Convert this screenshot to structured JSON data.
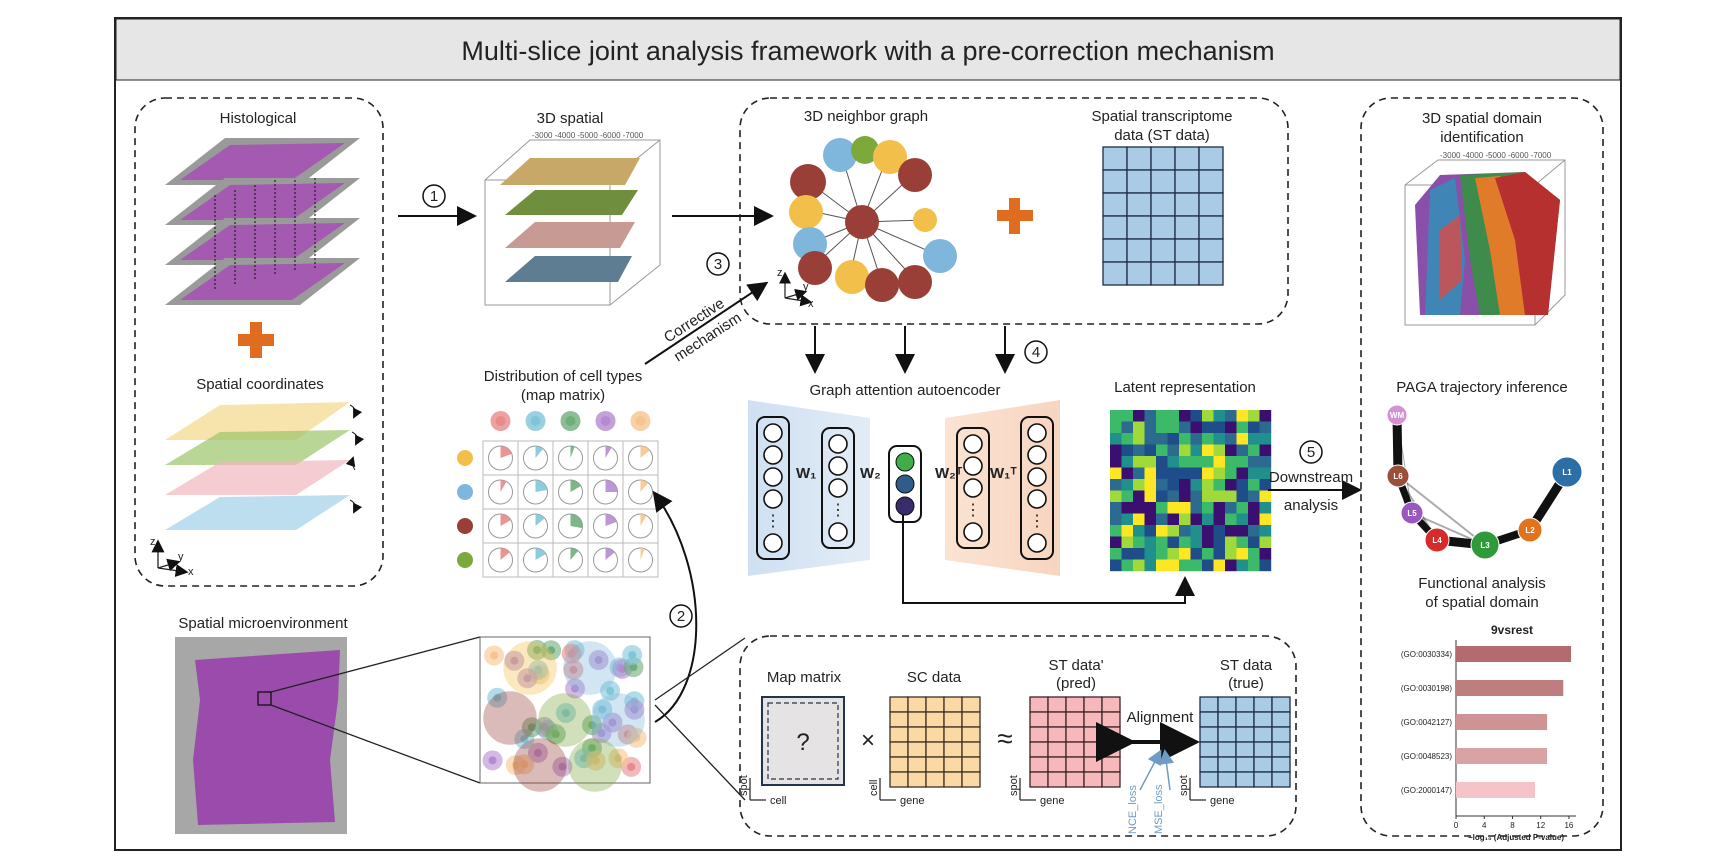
{
  "title": "Multi-slice joint analysis framework with a pre-correction mechanism",
  "left_panel": {
    "histological": "Histological",
    "spatial_coordinates": "Spatial coordinates"
  },
  "axes": {
    "z": "z",
    "y": "y",
    "x": "x"
  },
  "spatial3d": {
    "label": "3D spatial"
  },
  "neighbor_graph": {
    "label": "3D neighbor graph"
  },
  "st_data": {
    "label_line1": "Spatial transcriptome",
    "label_line2": "data (ST data)"
  },
  "corrective": {
    "line1": "Corrective",
    "line2": "mechanism"
  },
  "cell_types": {
    "line1": "Distribution of cell types",
    "line2": "(map matrix)"
  },
  "gat": {
    "label": "Graph attention autoencoder",
    "w1": "W₁",
    "w2": "W₂",
    "w2t": "W₂ᵀ",
    "w1t": "W₁ᵀ",
    "dots": "⋮"
  },
  "latent": {
    "label": "Latent representation"
  },
  "downstream": {
    "line1": "Downstream",
    "line2": "analysis"
  },
  "microenv": {
    "label": "Spatial microenvironment"
  },
  "steps": {
    "s1": "①",
    "s2": "②",
    "s3": "③",
    "s4": "④",
    "s5": "⑤"
  },
  "bottom": {
    "map_matrix": "Map matrix",
    "sc_data": "SC data",
    "st_pred_1": "ST data'",
    "st_pred_2": "(pred)",
    "alignment": "Alignment",
    "st_true_1": "ST data",
    "st_true_2": "(true)",
    "question": "?",
    "times": "×",
    "approx": "≈",
    "spot": "spot",
    "cell": "cell",
    "gene": "gene",
    "nce_loss": "NCE_loss",
    "mse_loss": "MSE_loss"
  },
  "right_panel": {
    "domain_line1": "3D spatial domain",
    "domain_line2": "identification",
    "paga": "PAGA trajectory inference",
    "nodes": [
      "WM",
      "L6",
      "L5",
      "L4",
      "L3",
      "L2",
      "L1"
    ],
    "func_line1": "Functional analysis",
    "func_line2": "of spatial domain"
  },
  "chart_data": {
    "type": "bar",
    "title": "9vsrest",
    "categories": [
      "(GO:0030334)",
      "(GO:0030198)",
      "(GO:0042127)",
      "(GO:0048523)",
      "(GO:2000147)"
    ],
    "values": [
      16.3,
      15.2,
      12.9,
      12.9,
      11.2
    ],
    "xlim": [
      0,
      17
    ],
    "xticks": [
      "0",
      "4",
      "8",
      "12",
      "16"
    ],
    "xlabel": "−log₁₀ (Adjusted P-value)",
    "colors": [
      "#b36b6f",
      "#be7d80",
      "#cf9396",
      "#d9a3a6",
      "#f4c4c8"
    ]
  },
  "colors": {
    "orange": "#e06c1f",
    "yellow": "#f2c04a",
    "blue": "#7fb6dc",
    "dark_red": "#9a3f38",
    "green": "#7da93c",
    "st_blue": "#a9cbe6",
    "sc_orange": "#fbd9a4",
    "pred_pink": "#f6b8bb"
  }
}
